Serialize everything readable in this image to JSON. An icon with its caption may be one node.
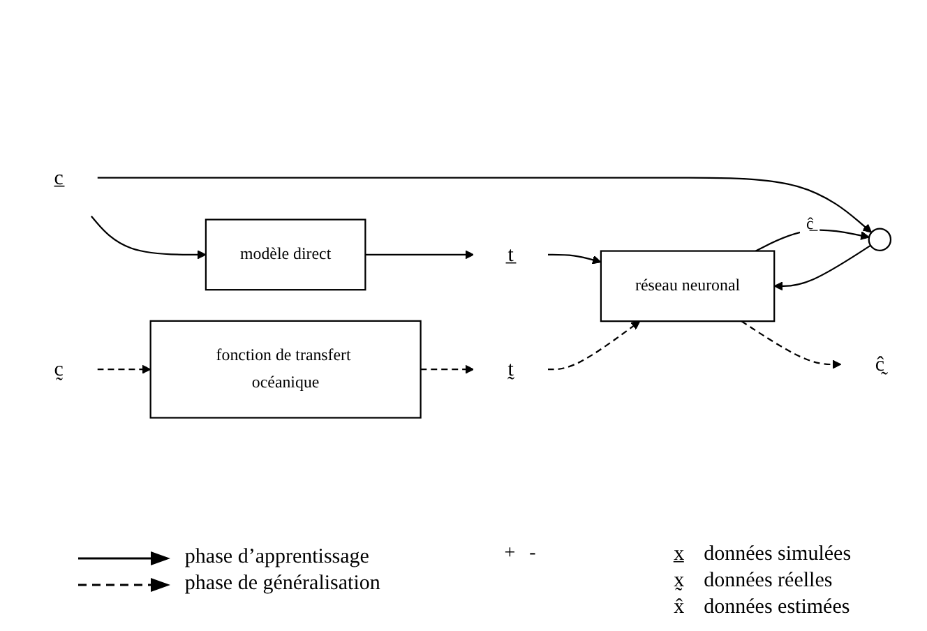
{
  "diagram": {
    "nodes": [
      {
        "text": [
          "c̲"
        ]
      },
      {
        "text": [
          "modèle direct"
        ]
      },
      {
        "text": [
          "t̲"
        ]
      },
      {
        "text": [
          "ĉ̰"
        ]
      },
      {
        "text": [],
        "shape": "circle"
      },
      {
        "text": [
          "réseau neuronal"
        ]
      },
      {
        "text": [
          "c̰"
        ]
      },
      {
        "text": [
          "fonction de transfert océanique"
        ]
      },
      {
        "text": [
          "t̰"
        ]
      }
    ],
    "edges": [
      {
        "from": 0,
        "to": 1,
        "arrow": "to"
      },
      {
        "from": 1,
        "to": 2,
        "arrow": "to"
      },
      {
        "from": 2,
        "to": 5,
        "arrow": "to"
      },
      {
        "from": 0,
        "to": 4,
        "arrow": "to"
      },
      {
        "from": 5,
        "to": 4,
        "arrow": "to",
        "label": "ĉ̲"
      },
      {
        "from": 4,
        "to": 5,
        "arrow": "to"
      },
      {
        "from": 5,
        "to": 3,
        "arrow": "to",
        "style": "dashed"
      },
      {
        "from": 6,
        "to": 7,
        "arrow": "to",
        "style": "dashed"
      },
      {
        "from": 7,
        "to": 8,
        "arrow": "to",
        "style": "dashed"
      },
      {
        "from": 8,
        "to": 5,
        "arrow": "to",
        "style": "dashed"
      }
    ],
    "labels": [
      "+",
      "-",
      "x̲",
      "données simulées",
      "x̰",
      "données réelles",
      "x̂",
      "données estimées"
    ],
    "legend": [
      {
        "text": "phase d’apprentissage"
      },
      {
        "text": "phase de généralisation"
      }
    ]
  }
}
